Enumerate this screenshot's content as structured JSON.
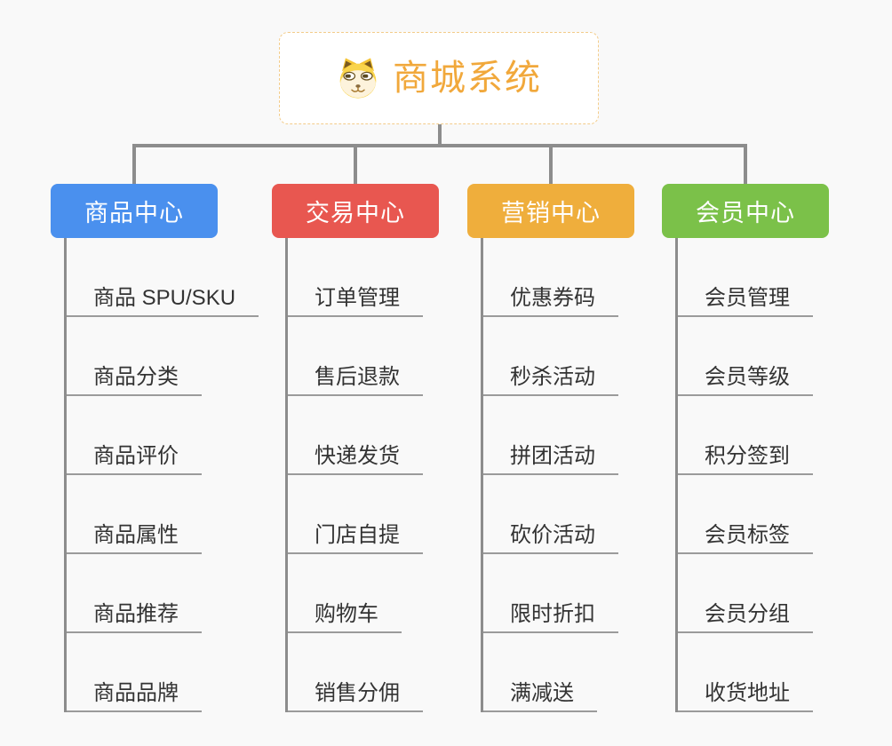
{
  "root": {
    "title": "商城系统",
    "icon": "dog-face-icon"
  },
  "branches": [
    {
      "label": "商品中心",
      "color": "#4a90ee",
      "children": [
        "商品 SPU/SKU",
        "商品分类",
        "商品评价",
        "商品属性",
        "商品推荐",
        "商品品牌"
      ]
    },
    {
      "label": "交易中心",
      "color": "#e85750",
      "children": [
        "订单管理",
        "售后退款",
        "快递发货",
        "门店自提",
        "购物车",
        "销售分佣"
      ]
    },
    {
      "label": "营销中心",
      "color": "#efae3c",
      "children": [
        "优惠券码",
        "秒杀活动",
        "拼团活动",
        "砍价活动",
        "限时折扣",
        "满减送"
      ]
    },
    {
      "label": "会员中心",
      "color": "#7bc149",
      "children": [
        "会员管理",
        "会员等级",
        "积分签到",
        "会员标签",
        "会员分组",
        "收货地址"
      ]
    }
  ],
  "colors": {
    "background": "#f9f9f9",
    "connector": "#8d8d8d",
    "leaf_underline": "#9b9b9b",
    "root_accent": "#f1a83b",
    "root_border": "#f3cc8a",
    "leaf_text": "#333333"
  }
}
